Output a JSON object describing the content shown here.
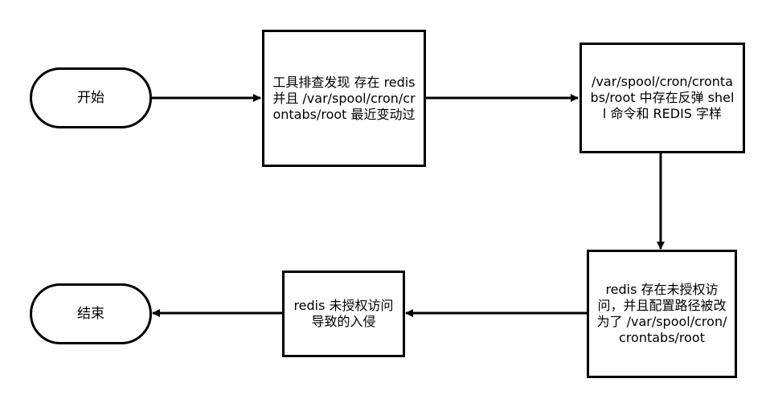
{
  "nodes": {
    "start": "开始",
    "step1": "工具排查发现 存在 redis 并且 /var/spool/cron/crontabs/root 最近变动过",
    "step2": "/var/spool/cron/crontabs/root 中存在反弹 shell 命令和 REDIS 字样",
    "step3": "redis 存在未授权访问，并且配置路径被改为了 /var/spool/cron/crontabs/root",
    "step4": "redis 未授权访问导致的入侵",
    "end": "结束"
  },
  "colors": {
    "stroke": "#000000",
    "fill": "#ffffff",
    "text": "#000000"
  }
}
